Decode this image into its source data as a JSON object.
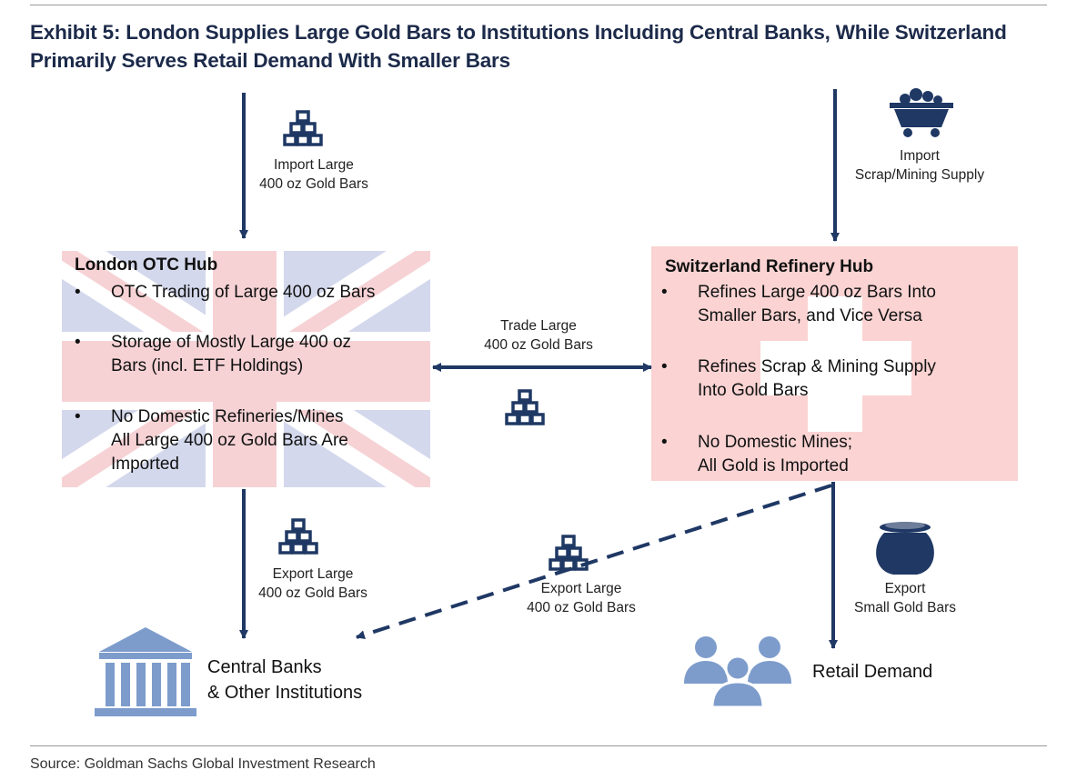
{
  "title": {
    "line1": "Exhibit 5: London Supplies Large Gold Bars to Institutions Including Central Banks, While Switzerland",
    "line2": "Primarily Serves Retail Demand With Smaller Bars"
  },
  "london": {
    "title": "London OTC Hub",
    "bullets": [
      {
        "marker": "•",
        "lines": [
          "OTC Trading of Large 400 oz Bars"
        ]
      },
      {
        "marker": "•",
        "lines": [
          "Storage of Mostly Large 400 oz",
          "Bars (incl. ETF Holdings)"
        ]
      },
      {
        "marker": "•",
        "lines": [
          "No Domestic Refineries/Mines",
          "All Large 400 oz Gold Bars Are",
          "Imported"
        ]
      }
    ]
  },
  "switzerland": {
    "title": "Switzerland Refinery Hub",
    "bullets": [
      {
        "marker": "•",
        "lines": [
          "Refines Large 400 oz Bars Into",
          "Smaller Bars, and Vice Versa"
        ]
      },
      {
        "marker": "•",
        "lines": [
          "Refines Scrap & Mining Supply",
          "Into Gold Bars"
        ]
      },
      {
        "marker": "•",
        "lines": [
          "No Domestic Mines;",
          "All Gold is Imported"
        ]
      }
    ]
  },
  "flows": {
    "import_london": [
      "Import Large",
      "400 oz Gold Bars"
    ],
    "import_swiss": [
      "Import",
      "Scrap/Mining Supply"
    ],
    "trade": [
      "Trade Large",
      "400 oz Gold Bars"
    ],
    "export_london": [
      "Export Large",
      "400 oz Gold Bars"
    ],
    "export_swiss_large": [
      "Export Large",
      "400 oz Gold Bars"
    ],
    "export_swiss_small": [
      "Export",
      "Small Gold Bars"
    ]
  },
  "destinations": {
    "central_banks": [
      "Central Banks",
      "& Other Institutions"
    ],
    "retail": "Retail Demand"
  },
  "source": "Source: Goldman Sachs Global Investment Research",
  "colors": {
    "navy": "#1f3864",
    "flag_blue": "#d4d8ec",
    "flag_red": "#f6d2d5",
    "swiss_red": "#fbd3d3",
    "people_blue": "#7d9ccc"
  },
  "icons": {
    "gold_bars": "gold-bars-icon",
    "mine_cart": "mine-cart-icon",
    "pot": "pot-of-gold-icon",
    "bank": "bank-icon",
    "people": "people-group-icon"
  }
}
